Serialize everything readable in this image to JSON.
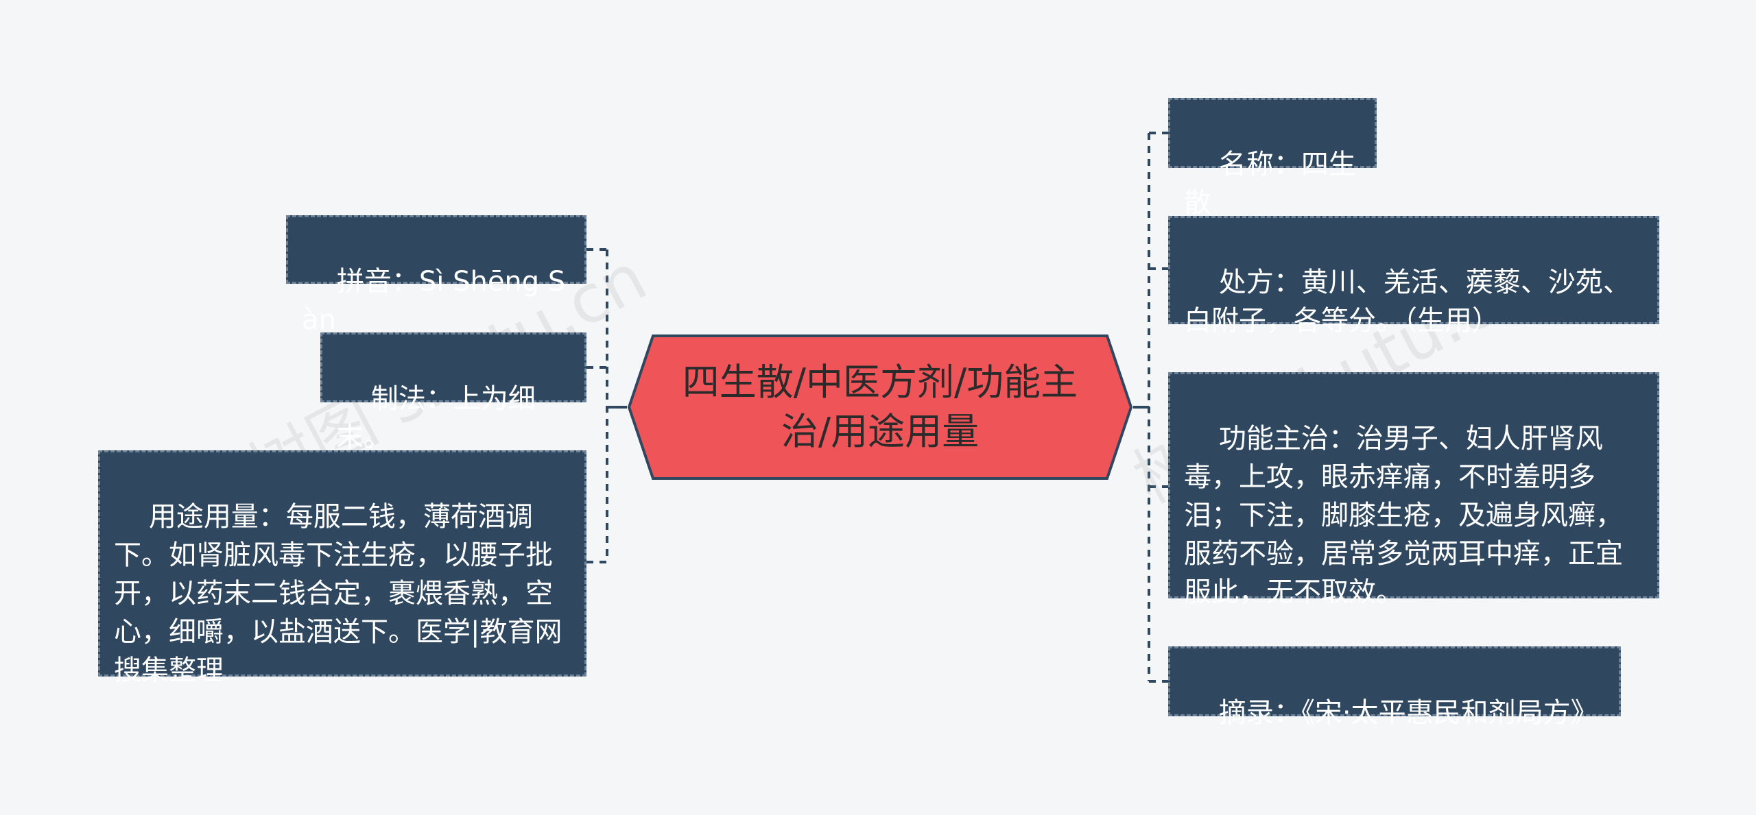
{
  "center": {
    "title": "四生散/中医方剂/功能主治/用途用量"
  },
  "left_nodes": [
    {
      "text": "拼音：Sì Shēng Sàn"
    },
    {
      "text": "制法：上为细末。"
    },
    {
      "text": "用途用量：每服二钱，薄荷酒调下。如肾脏风毒下注生疮，以腰子批开，以药末二钱合定，裹煨香熟，空心，细嚼，以盐酒送下。医学|教育网搜集整理"
    }
  ],
  "right_nodes": [
    {
      "text": "名称：四生散"
    },
    {
      "text": "处方：黄川、羌活、蒺藜、沙苑、白附子，各等分。（生用）"
    },
    {
      "text": "功能主治：治男子、妇人肝肾风毒，上攻，眼赤痒痛，不时羞明多泪；下注，脚膝生疮，及遍身风癣，服药不验，居常多觉两耳中痒，正宜服此，无不取效。"
    },
    {
      "text": "摘录：《宋·太平惠民和剂局方》"
    }
  ],
  "watermarks": [
    "树图 shutu.cn",
    "树图 shutu.cn"
  ],
  "colors": {
    "center_fill": "#ef5558",
    "center_border": "#2f4860",
    "node_fill": "#2f4860",
    "node_border": "#6e8399",
    "connector": "#2f4860"
  }
}
